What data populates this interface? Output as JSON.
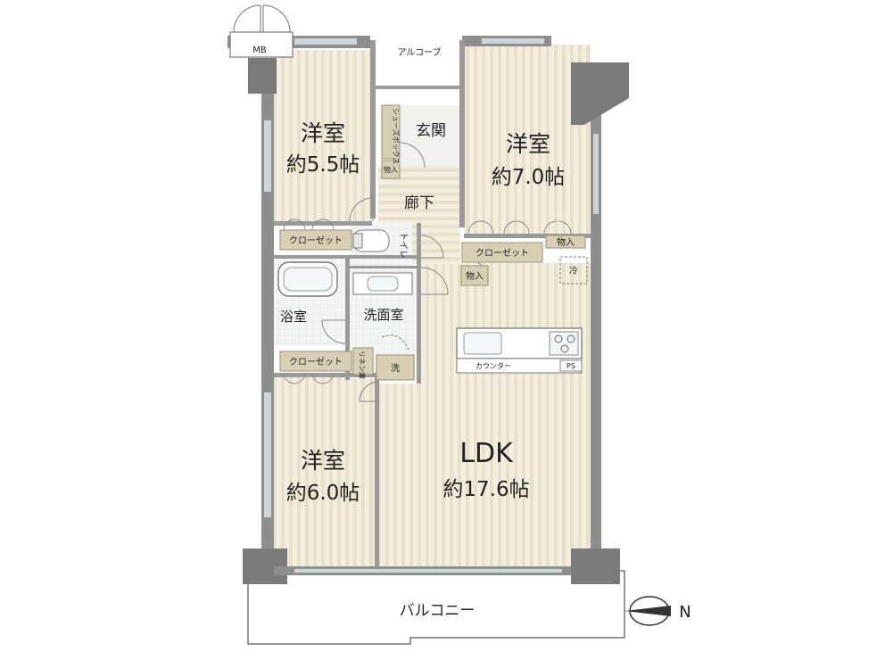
{
  "rooms": {
    "western_1": {
      "name": "洋室",
      "size": "約5.5帖"
    },
    "western_2": {
      "name": "洋室",
      "size": "約7.0帖"
    },
    "western_3": {
      "name": "洋室",
      "size": "約6.0帖"
    },
    "ldk": {
      "name": "LDK",
      "size": "約17.6帖"
    },
    "entrance": "玄関",
    "hallway": "廊下",
    "bath": "浴室",
    "washroom": "洗面室",
    "toilet": "トイレ",
    "alcove": "アルコーブ",
    "balcony": "バルコニー"
  },
  "storage": {
    "closet_1": "クローゼット",
    "closet_2": "クローゼット",
    "closet_3": "クローゼット",
    "storage_1": "物入",
    "storage_2": "物入",
    "storage_3": "物入",
    "shoe_box": "シューズボックス",
    "linen": "リネン庫"
  },
  "fixtures": {
    "mb": "MB",
    "fridge": "冷",
    "washer": "洗",
    "counter": "カウンター",
    "ps": "PS"
  },
  "compass": {
    "north": "N"
  },
  "colors": {
    "floor_stripe": "#f2eddd",
    "floor_stripe_alt": "#e9e2cc",
    "wall": "#8e8e8e",
    "closet": "#d8cfb4",
    "wet_area": "#eef2f3"
  }
}
